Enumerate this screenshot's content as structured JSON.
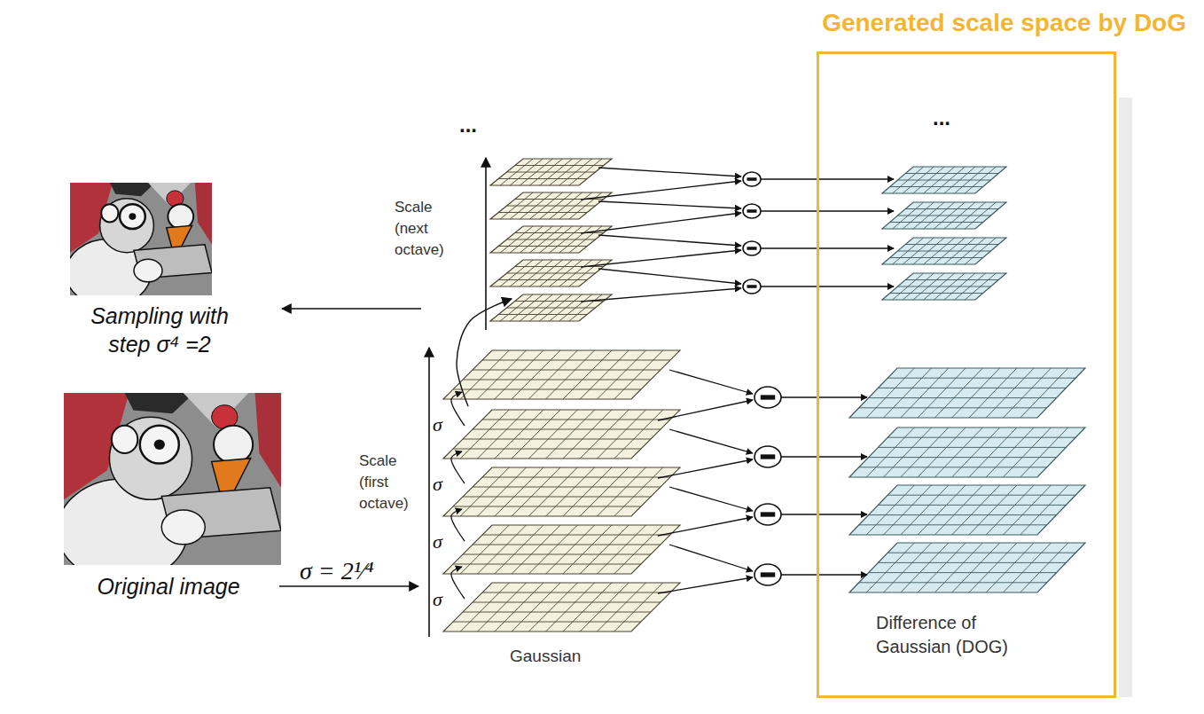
{
  "diagram": {
    "nodes": [
      {
        "text": [
          "Generated scale space by DoG",
          "Difference of Gaussian (DOG)"
        ]
      }
    ],
    "labels": [
      "...",
      "...",
      "Scale (next octave)",
      "Scale (first octave)",
      "Sampling with step σ⁴ =2",
      "Original image",
      "σ = 2¹⁄⁴",
      "σ",
      "σ",
      "σ",
      "σ",
      "Gaussian"
    ]
  }
}
